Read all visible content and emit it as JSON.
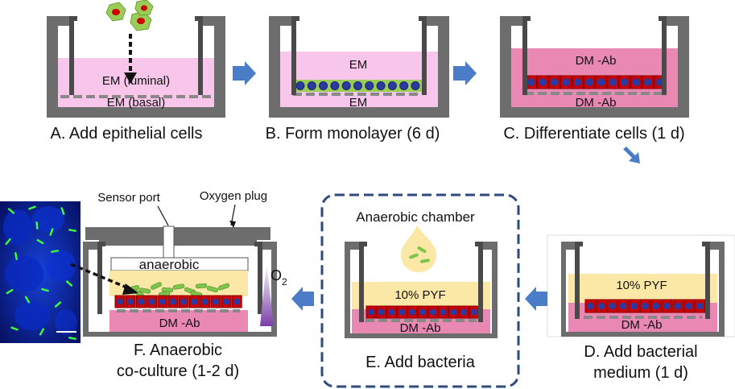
{
  "panels": {
    "a": {
      "caption": "A. Add epithelial cells",
      "top_medium": "EM (luminal)",
      "bottom_medium": "EM (basal)"
    },
    "b": {
      "caption": "B. Form monolayer (6 d)",
      "top_medium": "EM",
      "bottom_medium": "EM"
    },
    "c": {
      "caption": "C. Differentiate cells (1 d)",
      "top_medium": "DM -Ab",
      "bottom_medium": "DM -Ab"
    },
    "d": {
      "caption_line1": "D. Add bacterial",
      "caption_line2": "medium (1 d)",
      "top_medium": "10% PYF",
      "bottom_medium": "DM -Ab"
    },
    "e": {
      "caption": "E. Add bacteria",
      "chamber_label": "Anaerobic chamber",
      "top_medium": "10% PYF",
      "bottom_medium": "DM -Ab"
    },
    "f": {
      "caption_line1": "F. Anaerobic",
      "caption_line2": "co-culture (1-2 d)",
      "sensor_label": "Sensor port",
      "plug_label": "Oxygen plug",
      "anaerobic_label": "anaerobic",
      "bottom_medium": "DM -Ab",
      "gradient_label": "O",
      "gradient_subscript": "2"
    }
  },
  "colors": {
    "em_pink": "#f7c6ea",
    "dm_pink": "#ea88b4",
    "pyf_yellow": "#fce8a6",
    "epithelial_cell": "#cc0000",
    "nucleus": "#2b3aa0",
    "monolayer_green": "#9acd55",
    "bacteria_green": "#7cc44a",
    "arrow_blue": "#4a7cc7",
    "wall_gray": "#6d6d6d",
    "chamber_border": "#2e4a7f",
    "oxygen_gradient": "#7b3fa8"
  },
  "icons": [
    "epithelial-cell-icon",
    "droplet-icon",
    "bacteria-icon",
    "arrow-right-icon",
    "arrow-down-icon",
    "arrow-left-icon",
    "microscopy-image"
  ]
}
